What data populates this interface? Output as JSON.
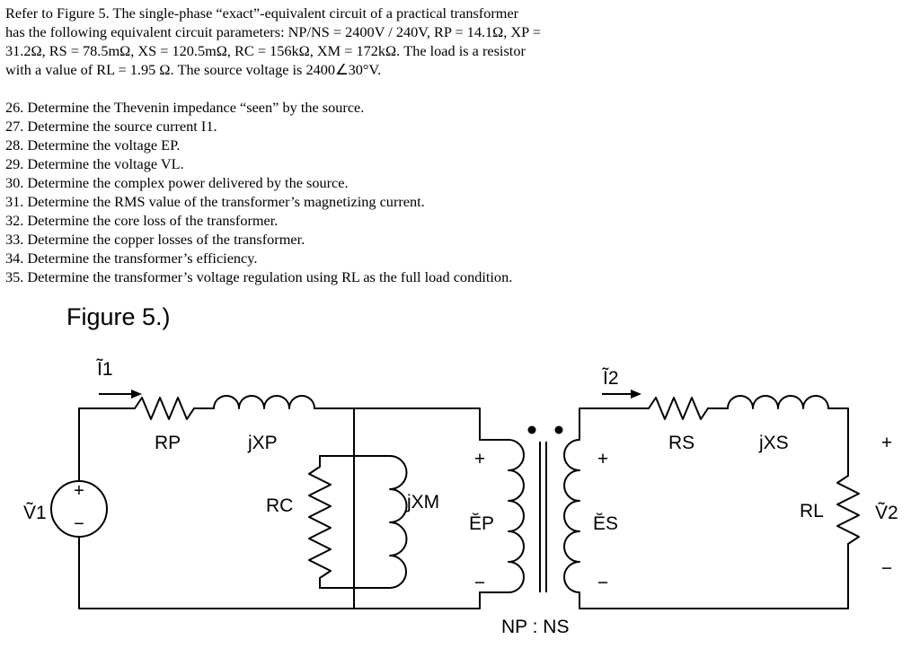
{
  "problem": {
    "intro_lines": [
      "Refer to Figure 5. The single-phase “exact”-equivalent circuit of a practical transformer",
      "has the following equivalent circuit parameters: NP/NS = 2400V / 240V, RP = 14.1Ω, XP =",
      "31.2Ω, RS = 78.5mΩ, XS = 120.5mΩ, RC = 156kΩ, XM = 172kΩ. The load is a resistor",
      "with a value of RL = 1.95 Ω. The source voltage is 2400∠30°V."
    ],
    "questions": [
      "26. Determine the Thevenin impedance “seen” by the source.",
      "27. Determine the source current I1.",
      "28. Determine the voltage EP.",
      "29. Determine the voltage VL.",
      "30. Determine the complex power delivered by the source.",
      "31. Determine the RMS value of the transformer’s magnetizing current.",
      "32. Determine the core loss of the transformer.",
      "33. Determine the copper losses of the transformer.",
      "34. Determine the transformer’s efficiency.",
      "35. Determine the transformer’s voltage regulation using RL as the full load condition."
    ]
  },
  "figure": {
    "title": "Figure 5.)",
    "labels": {
      "I1": "Ĩ1",
      "I2": "Ĩ2",
      "RP": "RP",
      "jXP": "jXP",
      "RC": "RC",
      "jXM": "jXM",
      "RS": "RS",
      "jXS": "jXS",
      "RL": "RL",
      "V1": "Ṽ1",
      "V2": "Ṽ2",
      "EP": "ĔP",
      "ES": "ĔS",
      "turns_ratio": "NP : NS",
      "plus": "+",
      "minus": "−"
    }
  }
}
